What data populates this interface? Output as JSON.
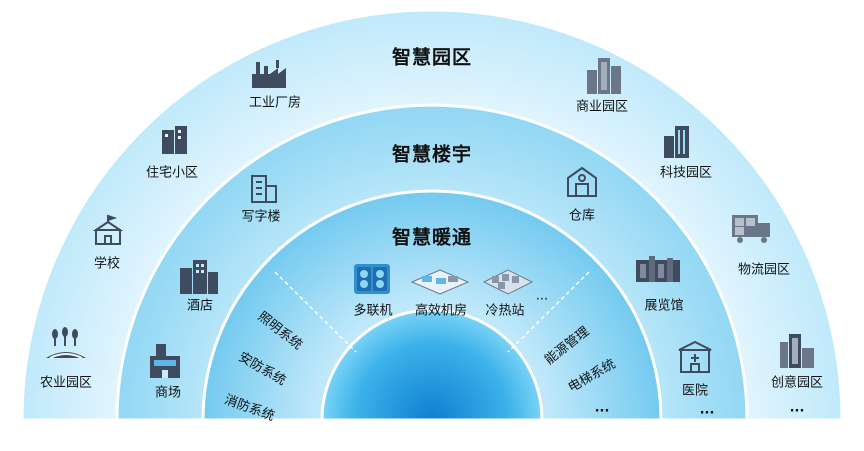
{
  "titles": {
    "park": "智慧园区",
    "building": "智慧楼宇",
    "hvac": "智慧暖通"
  },
  "outer_ring": {
    "left": [
      "工业厂房",
      "住宅小区",
      "学校",
      "农业园区"
    ],
    "right": [
      "商业园区",
      "科技园区",
      "物流园区",
      "创意园区"
    ],
    "more": "..."
  },
  "middle_ring": {
    "left": [
      "写字楼",
      "酒店",
      "商场"
    ],
    "right": [
      "仓库",
      "展览馆",
      "医院"
    ],
    "more": "..."
  },
  "inner_ring": {
    "equipment": [
      "多联机",
      "高效机房",
      "冷热站"
    ],
    "equipment_more": "...",
    "left_systems": [
      "照明系统",
      "安防系统",
      "消防系统"
    ],
    "right_systems": [
      "能源管理",
      "电梯系统"
    ],
    "right_more": "..."
  },
  "colors": {
    "ring_outer": "#cdeefb",
    "ring_middle": "#9fdaf4",
    "ring_inner": "#7fcdf0",
    "core": "#2a9ee0",
    "icon": "#3f4b5e"
  }
}
